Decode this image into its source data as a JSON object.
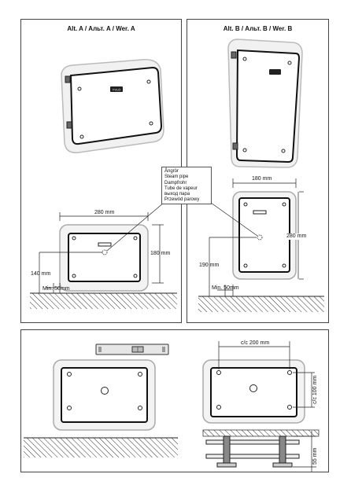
{
  "panel_a": {
    "title": "Alt. A / Альт. A / Wer. A",
    "width_label": "280 mm",
    "height_label": "180 mm",
    "floor_height_label": "140 mm",
    "min_label": "Min. 50mm"
  },
  "panel_b": {
    "title": "Alt. B / Альт. B / Wer. B",
    "width_label": "180 mm",
    "height_label": "280 mm",
    "floor_height_label": "190 mm",
    "min_label": "Min. 50mm"
  },
  "legend": {
    "lines": [
      "Ångrör",
      "Steam pipe",
      "Dampfrohr",
      "Tube de vapeur",
      "выход пара",
      "Przewód parowy"
    ]
  },
  "bottom": {
    "hole_spacing_label": "c/c 200 mm",
    "vertical_spacing_label": "c/c 100 mm",
    "depth_label": "55 mm"
  }
}
